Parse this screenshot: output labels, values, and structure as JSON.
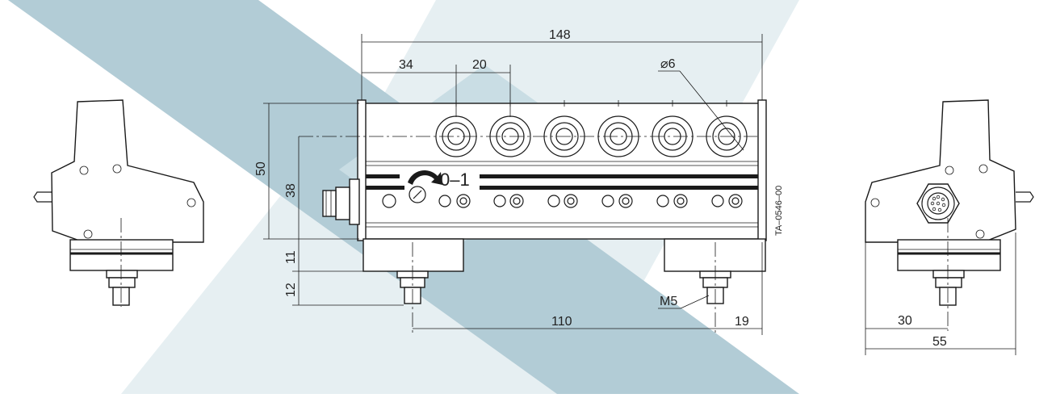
{
  "colors": {
    "background": "#ffffff",
    "band_light": "#e6eff2",
    "band_mid": "#c9dde4",
    "band_dark": "#b2ccd6",
    "line": "#1a1a1a"
  },
  "drawing": {
    "front_view": {
      "dimensions": {
        "overall_length": "148",
        "first_offset": "34",
        "pitch": "20",
        "hole_diameter": "⌀6",
        "height_total": "50",
        "height_axis": "38",
        "base_height": "11",
        "stud_height": "12",
        "stud_spacing": "110",
        "end_offset": "19",
        "thread": "M5"
      },
      "switch_label": "0–1",
      "drawing_number": "TA–0546–00"
    },
    "side_view": {
      "dimensions": {
        "center_offset": "30",
        "width": "55"
      }
    }
  }
}
